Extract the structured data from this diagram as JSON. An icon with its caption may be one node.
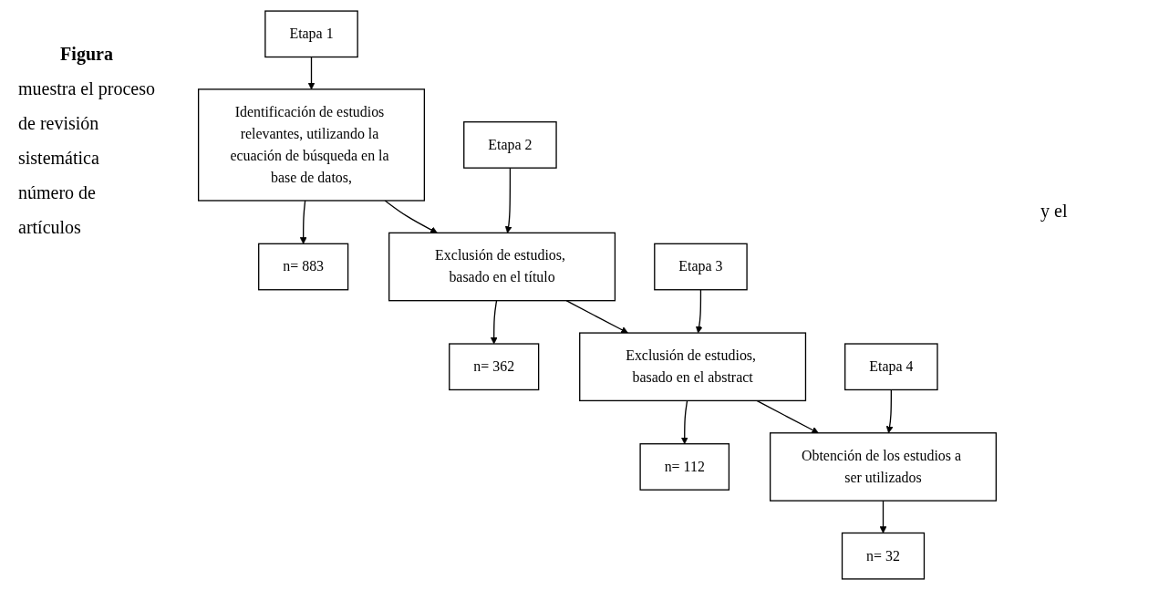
{
  "diagram": {
    "nodes": [
      {
        "text": [
          "Etapa 1"
        ]
      },
      {
        "text": [
          "Identificación de estudios relevantes, utilizando la ecuación de búsqueda en la base de datos,"
        ]
      },
      {
        "text": [
          "n= 883"
        ]
      },
      {
        "text": [
          "Etapa 2"
        ]
      },
      {
        "text": [
          "Exclusión de estudios, basado en el título"
        ]
      },
      {
        "text": [
          "n= 362"
        ]
      },
      {
        "text": [
          "Etapa 3"
        ]
      },
      {
        "text": [
          "Exclusión de estudios, basado en el abstract"
        ]
      },
      {
        "text": [
          "n= 112"
        ]
      },
      {
        "text": [
          "Etapa 4"
        ]
      },
      {
        "text": [
          "Obtención de los estudios a ser utilizados"
        ]
      },
      {
        "text": [
          "n= 32"
        ]
      }
    ],
    "edges": [
      {
        "from": 0,
        "to": 1,
        "arrow": "to"
      },
      {
        "from": 1,
        "to": 2,
        "arrow": "to"
      },
      {
        "from": 1,
        "to": 4,
        "arrow": "to"
      },
      {
        "from": 3,
        "to": 4,
        "arrow": "to"
      },
      {
        "from": 4,
        "to": 5,
        "arrow": "to"
      },
      {
        "from": 4,
        "to": 7,
        "arrow": "to"
      },
      {
        "from": 6,
        "to": 7,
        "arrow": "to"
      },
      {
        "from": 7,
        "to": 8,
        "arrow": "to"
      },
      {
        "from": 7,
        "to": 10,
        "arrow": "to"
      },
      {
        "from": 9,
        "to": 10,
        "arrow": "to"
      },
      {
        "from": 10,
        "to": 11,
        "arrow": "to"
      }
    ],
    "labels": [
      "Figura",
      "muestra el proceso de revisión sistemática",
      "y el",
      "número de artículos"
    ]
  }
}
